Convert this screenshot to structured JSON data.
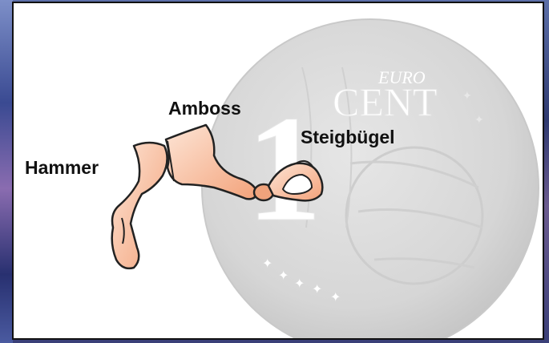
{
  "labels": {
    "hammer": "Hammer",
    "amboss": "Amboss",
    "steigbuegel": "Steigbügel"
  },
  "coin": {
    "value": "1",
    "top_text": "EURO",
    "bottom_text": "CENT"
  },
  "colors": {
    "bone_fill": "#f6b48e",
    "coin_fill": "#dcdcdc",
    "outline": "#222222"
  }
}
